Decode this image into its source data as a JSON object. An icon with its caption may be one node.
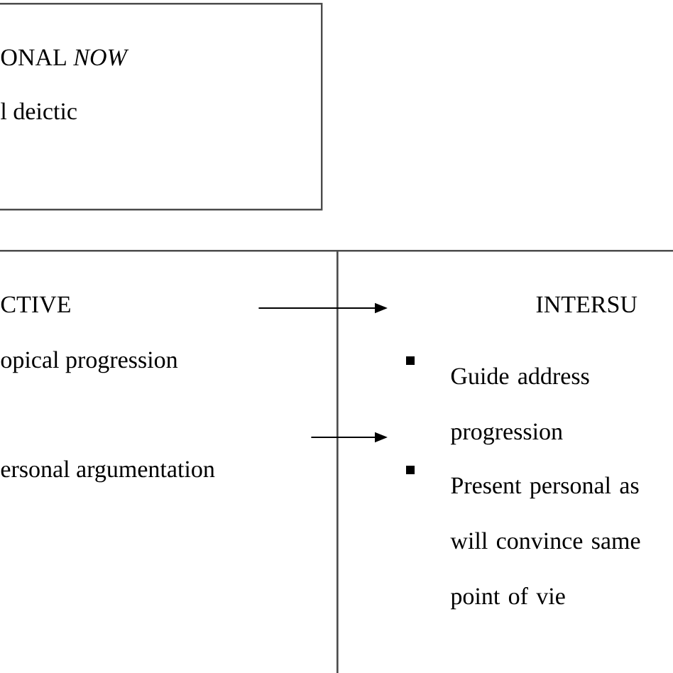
{
  "diagram": {
    "nodes": [
      {
        "text": [
          "ONAL *NOW*",
          "l deictic"
        ]
      },
      {
        "text": [
          "CTIVE",
          "opical progression",
          "ersonal argumentation"
        ]
      },
      {
        "text": [
          "INTERSU",
          "Guide address progression",
          "Present personal as will convince same point of vie"
        ]
      }
    ],
    "edges": [
      {
        "from": 1,
        "to": 2,
        "arrow": "to"
      },
      {
        "from": 1,
        "to": 2,
        "arrow": "to"
      }
    ]
  }
}
